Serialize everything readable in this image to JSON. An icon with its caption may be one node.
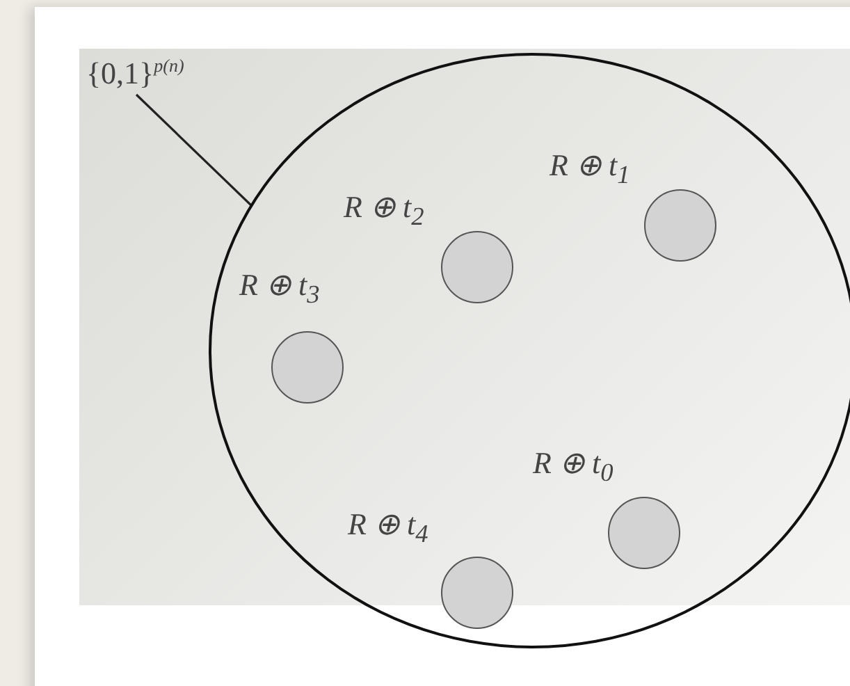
{
  "diagram": {
    "nodes": [
      {
        "text": [
          "{0,1}$^{p(n)}$"
        ]
      },
      {
        "text": [],
        "shape": "circle"
      },
      {
        "text": [],
        "shape": "circle",
        "in": 1,
        "beside": [
          "R ⊕ t$_{1}$"
        ]
      },
      {
        "text": [],
        "shape": "circle",
        "in": 1,
        "beside": [
          "R ⊕ t$_{2}$"
        ]
      },
      {
        "text": [],
        "shape": "circle",
        "in": 1,
        "beside": [
          "R ⊕ t$_{3}$"
        ]
      },
      {
        "text": [],
        "shape": "circle",
        "in": 1,
        "beside": [
          "R ⊕ t$_{0}$"
        ]
      },
      {
        "text": [],
        "shape": "circle",
        "in": 1,
        "beside": [
          "R ⊕ t$_{4}$"
        ]
      }
    ],
    "edges": [
      {
        "from": 0,
        "to": 1,
        "arrow": "none"
      }
    ]
  }
}
